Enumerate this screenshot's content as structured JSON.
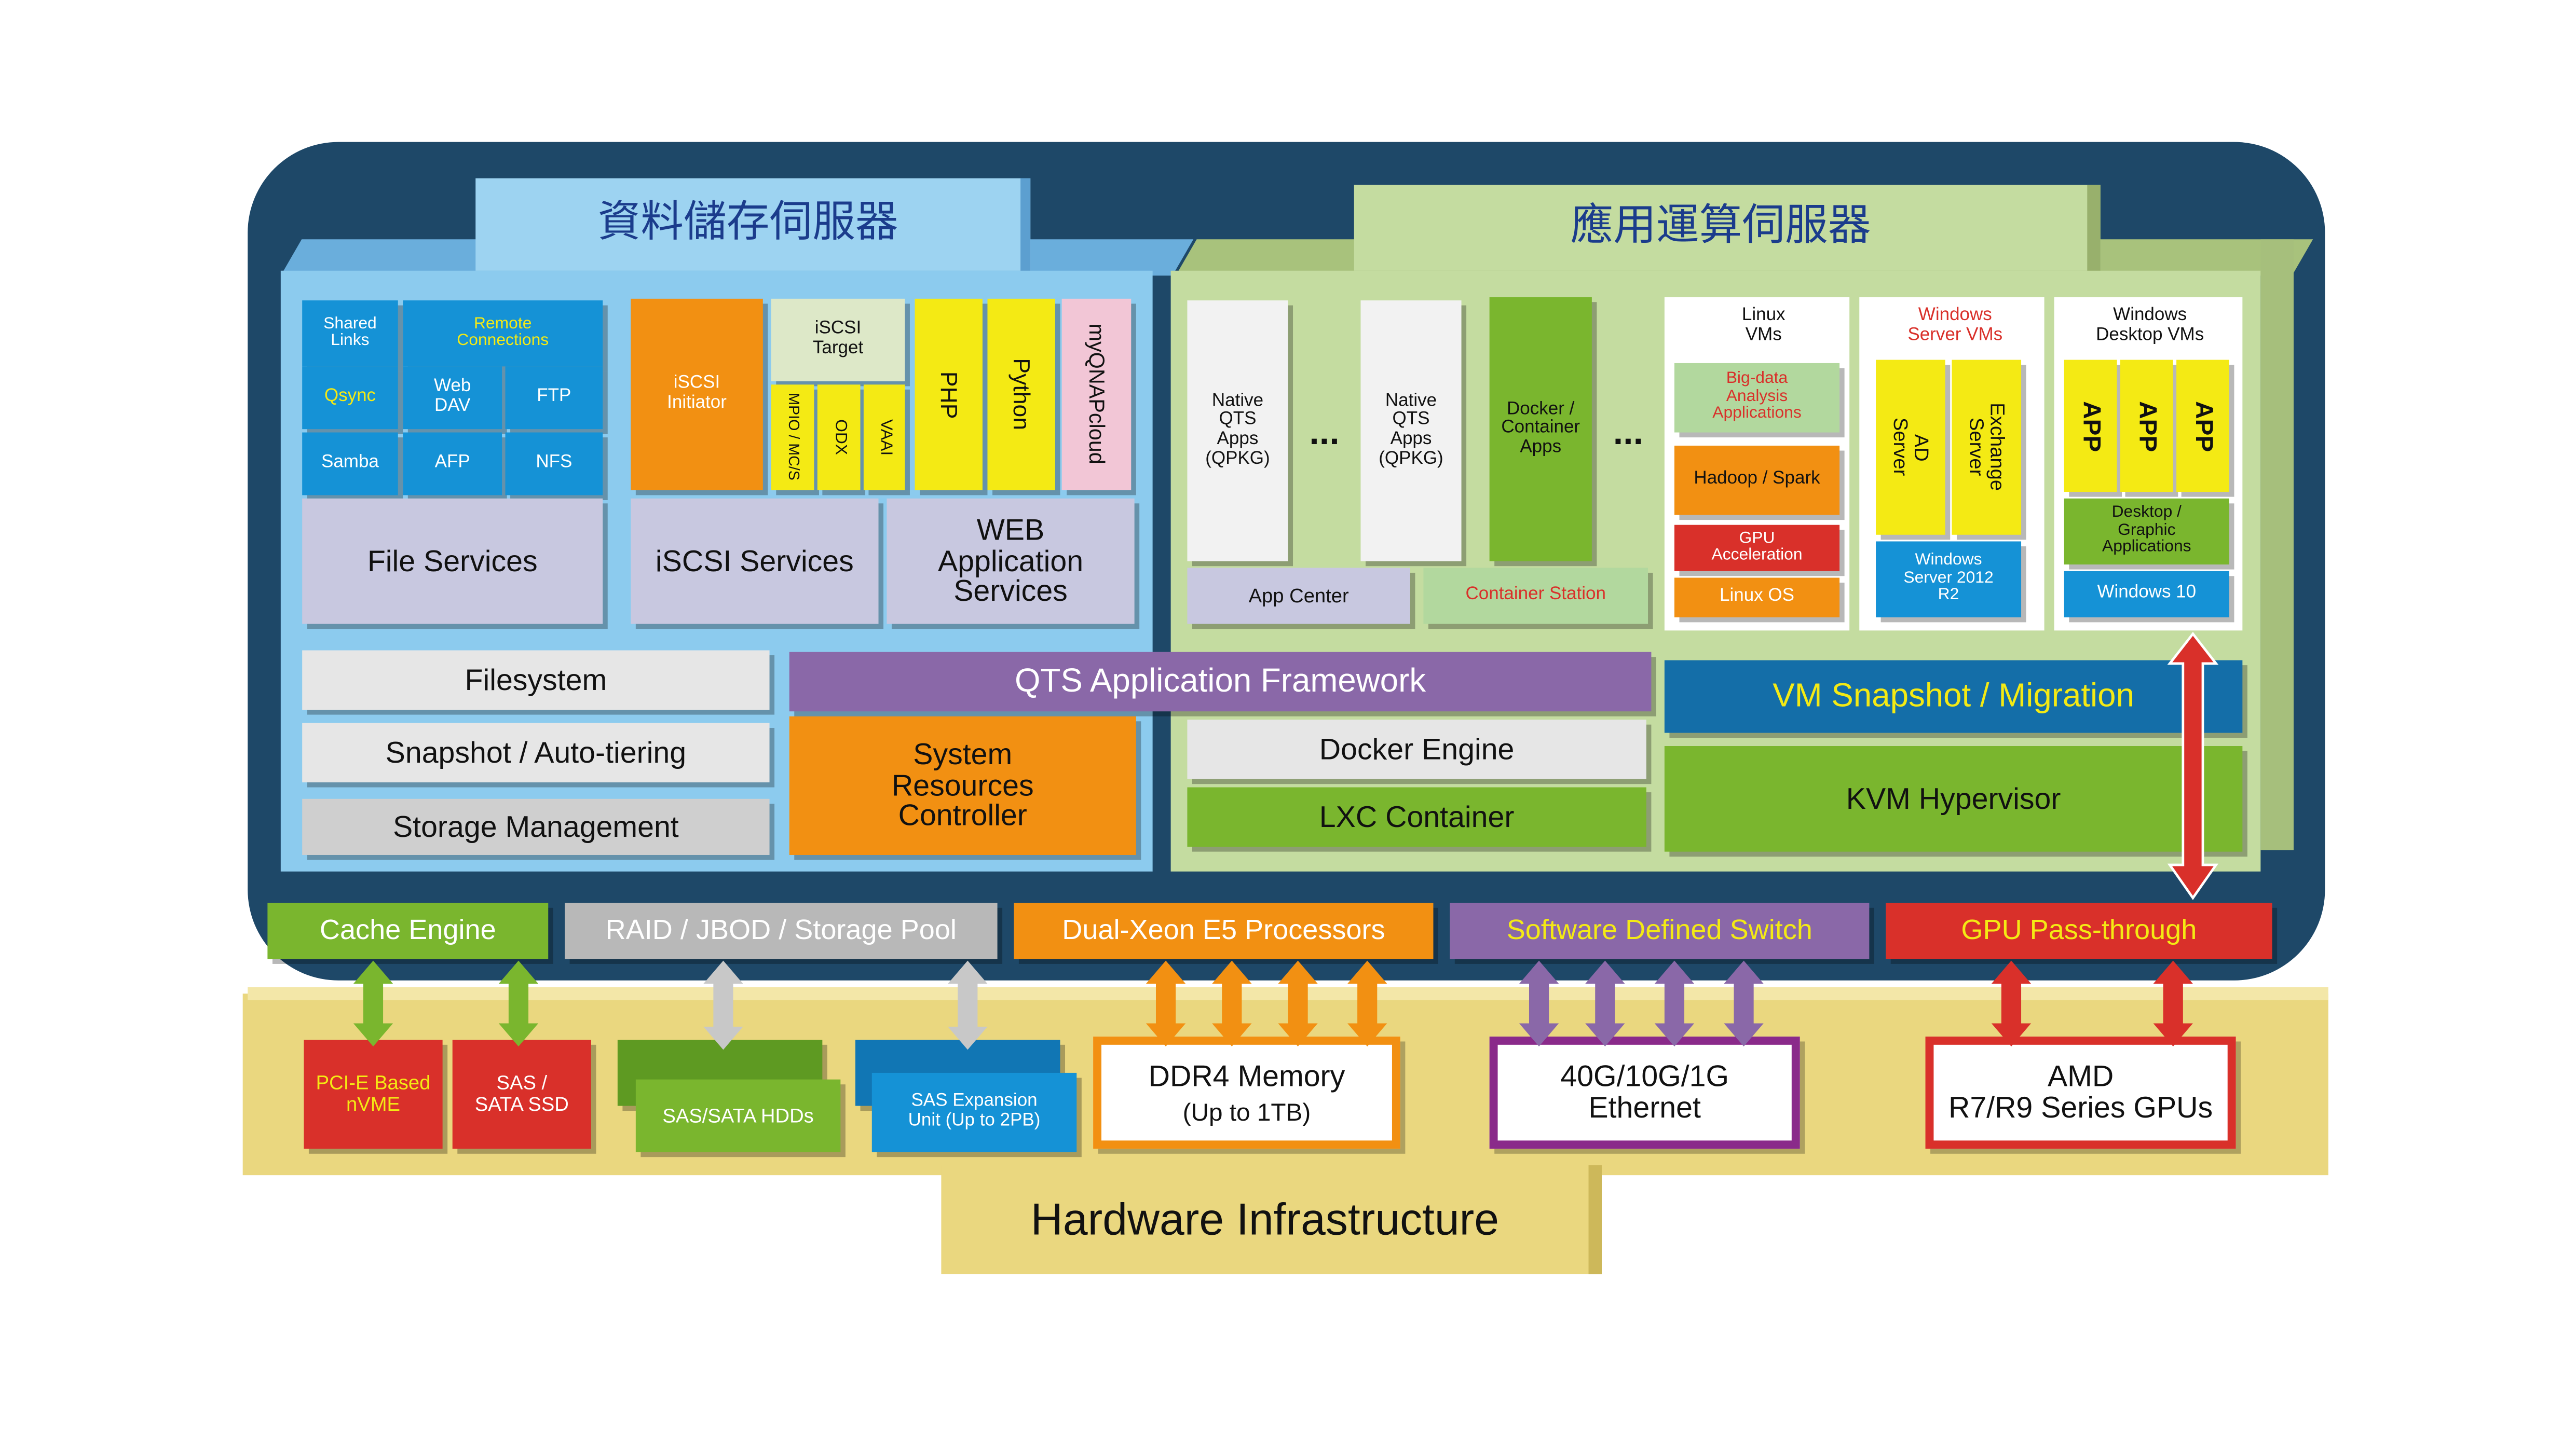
{
  "storage_server": {
    "title": "資料儲存伺服器",
    "shared_links": "Shared\nLinks",
    "remote_connections": "Remote\nConnections",
    "qsync": "Qsync",
    "webdav": "Web\nDAV",
    "ftp": "FTP",
    "samba": "Samba",
    "afp": "AFP",
    "nfs": "NFS",
    "file_services": "File Services",
    "iscsi_initiator": "iSCSI\nInitiator",
    "iscsi_target": "iSCSI\nTarget",
    "mpio": "MPIO / MC/S",
    "odx": "ODX",
    "vaai": "VAAI",
    "iscsi_services": "iSCSI Services",
    "php": "PHP",
    "python": "Python",
    "myqnapcloud": "myQNAPcloud",
    "web_services": "WEB\nApplication\nServices",
    "filesystem": "Filesystem",
    "snapshot": "Snapshot / Auto-tiering",
    "storage_management": "Storage Management",
    "system_resources": "System\nResources\nController"
  },
  "app_server": {
    "title": "應用運算伺服器",
    "native_apps_1": "Native\nQTS\nApps\n(QPKG)",
    "ellipsis_1": "...",
    "native_apps_2": "Native\nQTS\nApps\n(QPKG)",
    "docker_apps": "Docker /\nContainer\nApps",
    "ellipsis_2": "...",
    "app_center": "App Center",
    "container_station": "Container Station",
    "linux_vms": "Linux\nVMs",
    "bigdata": "Big-data\nAnalysis\nApplications",
    "hadoop": "Hadoop / Spark",
    "gpu_accel": "GPU\nAcceleration",
    "linux_os": "Linux OS",
    "windows_server_vms": "Windows\nServer VMs",
    "ad_server": "AD\nServer",
    "exchange_server": "Exchange\nServer",
    "windows_2012": "Windows\nServer 2012\nR2",
    "windows_desktop_vms": "Windows\nDesktop VMs",
    "app_label": "APP",
    "desktop_graphic": "Desktop /\nGraphic\nApplications",
    "windows_10": "Windows 10",
    "qts_framework": "QTS Application Framework",
    "docker_engine": "Docker Engine",
    "lxc_container": "LXC Container",
    "vm_snapshot": "VM Snapshot / Migration",
    "kvm": "KVM Hypervisor"
  },
  "bottom_bar": {
    "cache_engine": "Cache Engine",
    "raid": "RAID / JBOD / Storage Pool",
    "xeon": "Dual-Xeon E5 Processors",
    "sds": "Software Defined Switch",
    "gpu_passthrough": "GPU Pass-through"
  },
  "hardware": {
    "title": "Hardware Infrastructure",
    "pcie_nvme": "PCI-E Based\nnVME",
    "sas_ssd": "SAS /\nSATA SSD",
    "sas_hdds": "SAS/SATA HDDs",
    "sas_expansion": "SAS Expansion\nUnit (Up to 2PB)",
    "ddr4": "DDR4 Memory",
    "ddr4_sub": "(Up to 1TB)",
    "ethernet": "40G/10G/1G\nEthernet",
    "amd": "AMD\nR7/R9 Series GPUs"
  },
  "colors": {
    "navy": "#1e4868",
    "blue_panel": "#8ccbee",
    "green_panel": "#c4dca0",
    "hardware_gold": "#ead77f",
    "orange": "#f29012",
    "purple": "#8a68a8",
    "green": "#7ab62e",
    "red": "#d9302a",
    "yellow": "#f4ea14",
    "blue": "#1592d6",
    "gray": "#b8b8b8"
  }
}
